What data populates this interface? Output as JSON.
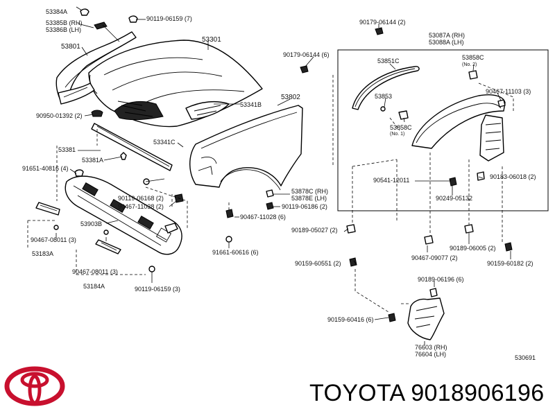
{
  "diagram": {
    "labels": {
      "p53384A": "53384A",
      "p53385B": "53385B (RH)",
      "p53386B": "53386B (LH)",
      "p90119_06159_7": "90119-06159 (7)",
      "p53301": "53301",
      "p53801": "53801",
      "p53341B": "53341B",
      "p90950_01392": "90950-01392 (2)",
      "p53381": "53381",
      "p53341C": "53341C",
      "p53381A": "53381A",
      "p91651_40816": "91651-40816 (4)",
      "p90119_06168": "90119-06168 (2)",
      "p90467_11038": "90467-11038 (2)",
      "p53903B": "53903B",
      "p90467_08011_3a": "90467-08011 (3)",
      "p53183A": "53183A",
      "p90467_08011_3b": "90467-08011 (3)",
      "p53184A": "53184A",
      "p90119_06159_3": "90119-06159 (3)",
      "p53802": "53802",
      "p53878C": "53878C (RH)",
      "p53878E": "53878E (LH)",
      "p90119_06186": "90119-06186 (2)",
      "p90467_11028": "90467-11028 (6)",
      "p91661_60616": "91661-60616 (6)",
      "p90179_06144_a": "90179-06144 (2)",
      "p90179_06144_b": "90179-06144 (6)",
      "p53087A": "53087A (RH)",
      "p53088A": "53088A (LH)",
      "p53851C": "53851C",
      "p53858C_top": "53858C",
      "p_no2": "(No. 2)",
      "p90467_11103": "90467-11103 (3)",
      "p53853": "53853",
      "p53858C_mid": "53858C",
      "p_no1": "(No. 1)",
      "p90541_12011": "90541-12011",
      "p90183_06018": "90183-06018 (2)",
      "p90249_05132": "90249-05132",
      "p90189_05027": "90189-05027 (2)",
      "p90467_09077": "90467-09077 (2)",
      "p90189_06005": "90189-06005 (2)",
      "p90159_60551": "90159-60551 (2)",
      "p90159_60182": "90159-60182 (2)",
      "p90189_06196": "90189-06196 (6)",
      "p90159_60416": "90159-60416 (6)",
      "p76603": "76603 (RH)",
      "p76604": "76604 (LH)",
      "p530691": "530691"
    }
  },
  "footer": {
    "title": "TOYOTA 9018906196",
    "logo_icon": "toyota-logo-icon",
    "logo_color": "#c8102e"
  }
}
